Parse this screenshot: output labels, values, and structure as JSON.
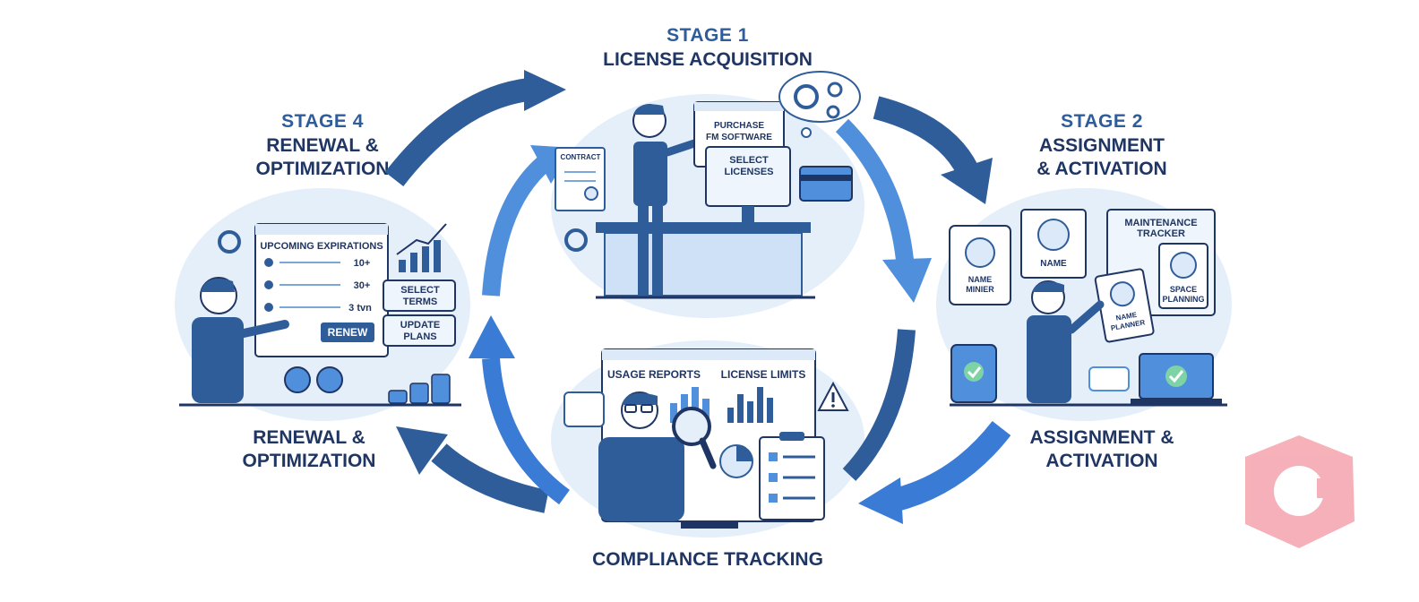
{
  "stage1": {
    "number": "STAGE 1",
    "title": "LICENSE ACQUISITION"
  },
  "stage2": {
    "number": "STAGE 2",
    "title": "ASSIGNMENT\n& ACTIVATION"
  },
  "stage4": {
    "number": "STAGE 4",
    "title": "RENEWAL &\nOPTIMIZATION"
  },
  "captions": {
    "right": "ASSIGNMENT &\nACTIVATION",
    "left": "RENEWAL &\nOPTIMIZATION",
    "bottom": "COMPLIANCE TRACKING"
  },
  "acquisition": {
    "contract": "CONTRACT",
    "purchase_1": "PURCHASE",
    "purchase_2": "FM SOFTWARE",
    "select_1": "SELECT",
    "select_2": "LICENSES"
  },
  "assignment": {
    "tracker_1": "MAINTENANCE",
    "tracker_2": "TRACKER",
    "name_card": "NAME",
    "name_minier_1": "NAME",
    "name_minier_2": "MINIER",
    "space_1": "SPACE",
    "space_2": "PLANNING",
    "name_planner_1": "NAME",
    "name_planner_2": "PLANNER"
  },
  "compliance": {
    "usage": "USAGE REPORTS",
    "limits": "LICENSE LIMITS"
  },
  "renewal": {
    "title": "UPCOMING EXPIRATIONS",
    "row1": "10+",
    "row2": "30+",
    "row3": "3 tvn",
    "renew_button": "RENEW",
    "select_terms_1": "SELECT",
    "select_terms_2": "TERMS",
    "update_plans_1": "UPDATE",
    "update_plans_2": "PLANS"
  },
  "colors": {
    "primary": "#2f5d9a",
    "dark": "#1f3563",
    "light": "#dbe9f8",
    "accent": "#3a7bd5",
    "watermark": "#f4a3ad"
  }
}
